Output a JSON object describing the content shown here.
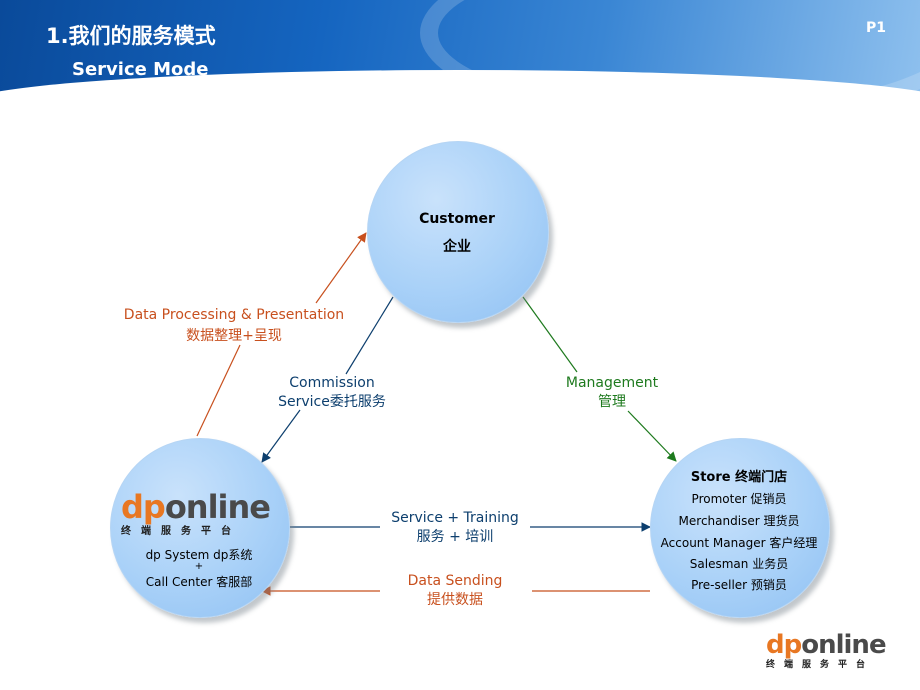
{
  "header": {
    "title_cn": "1.我们的服务模式",
    "title_en": "Service Mode",
    "page": "P1"
  },
  "nodes": {
    "customer": {
      "label_en": "Customer",
      "label_cn": "企业"
    },
    "dp": {
      "logo_dp": "dp",
      "logo_online": "online",
      "logo_sub": "终端服务平台",
      "line1": "dp System dp系统",
      "plus": "+",
      "line2": "Call Center 客服部"
    },
    "store": {
      "title": "Store 终端门店",
      "items": [
        "Promoter 促销员",
        "Merchandiser 理货员",
        "Account Manager 客户经理",
        "Salesman 业务员",
        "Pre-seller 预销员"
      ]
    }
  },
  "edges": {
    "data_processing": {
      "en": "Data Processing & Presentation",
      "cn": "数据整理+呈现"
    },
    "commission": {
      "en": "Commission",
      "cn": "Service委托服务"
    },
    "management": {
      "en": "Management",
      "cn": "管理"
    },
    "service_training": {
      "en": "Service + Training",
      "cn": "服务 + 培训"
    },
    "data_sending": {
      "en": "Data Sending",
      "cn": "提供数据"
    }
  },
  "footer_logo": {
    "dp": "dp",
    "online": "online",
    "sub": "终端服务平台"
  },
  "colors": {
    "orange": "#c8501e",
    "blue": "#0d3f6e",
    "green": "#1e7a1e",
    "circle": "#a9d1f8"
  }
}
